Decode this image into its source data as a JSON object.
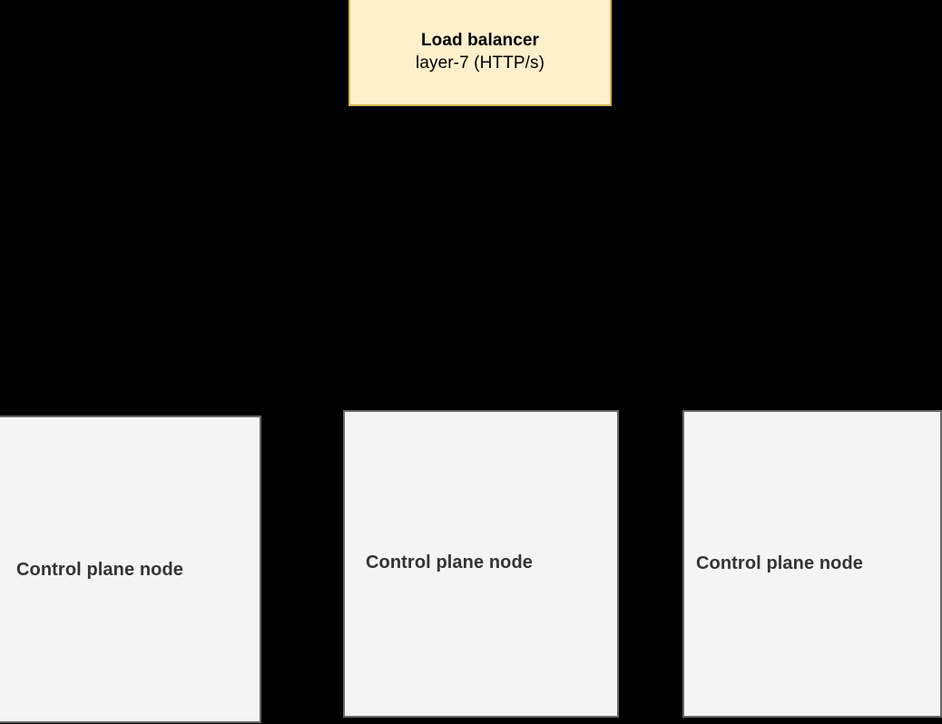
{
  "diagram": {
    "background_color": "#000000",
    "load_balancer": {
      "title": "Load balancer",
      "subtitle": "layer-7 (HTTP/s)",
      "fill_color": "#FFF0CC",
      "border_color": "#D6B656",
      "text_color": "#000000"
    },
    "nodes": [
      {
        "label": "Control plane node",
        "fill_color": "#F4F4F4",
        "border_color": "#666666",
        "text_color": "#333333"
      },
      {
        "label": "Control plane node",
        "fill_color": "#F4F4F4",
        "border_color": "#666666",
        "text_color": "#333333"
      },
      {
        "label": "Control plane node",
        "fill_color": "#F4F4F4",
        "border_color": "#666666",
        "text_color": "#333333"
      }
    ]
  }
}
